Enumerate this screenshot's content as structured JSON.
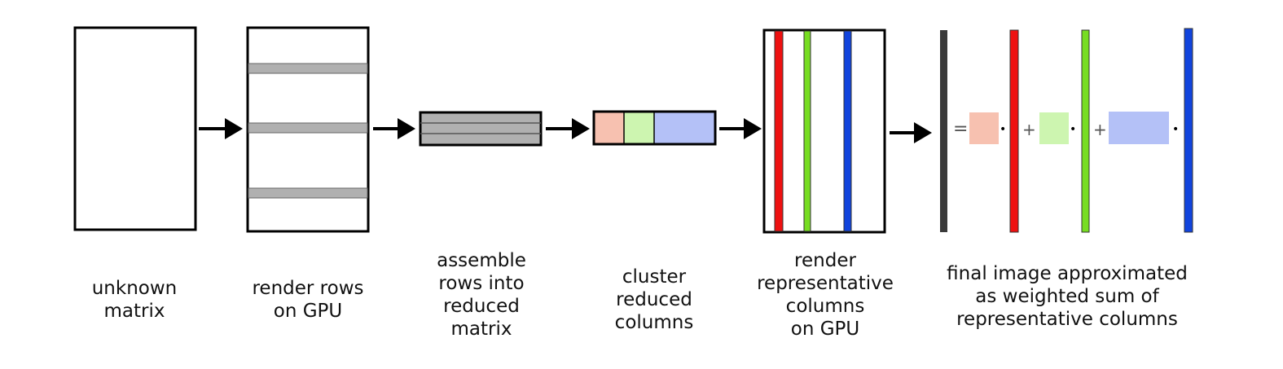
{
  "stages": [
    {
      "id": "unknown-matrix",
      "caption": "unknown\nmatrix"
    },
    {
      "id": "render-rows",
      "caption": "render rows\non GPU"
    },
    {
      "id": "assemble-rows",
      "caption": "assemble\nrows into\nreduced\nmatrix"
    },
    {
      "id": "cluster-columns",
      "caption": "cluster\nreduced\ncolumns"
    },
    {
      "id": "render-representative",
      "caption": "render\nrepresentative\ncolumns\non GPU"
    },
    {
      "id": "final-image",
      "caption": "final image approximated\nas weighted sum of\nrepresentative columns"
    }
  ],
  "equation": {
    "equals": "=",
    "plus": "+",
    "dot": "•"
  },
  "colors": {
    "stroke": "#000000",
    "row_fill": "#b0b0b0",
    "cluster_red": "#f7c1b0",
    "cluster_green": "#cdf5b0",
    "cluster_blue": "#b4c1f7",
    "column_red": "#ee1111",
    "column_green": "#77dd22",
    "column_blue": "#1144dd",
    "column_dark": "#3a3a3a"
  }
}
